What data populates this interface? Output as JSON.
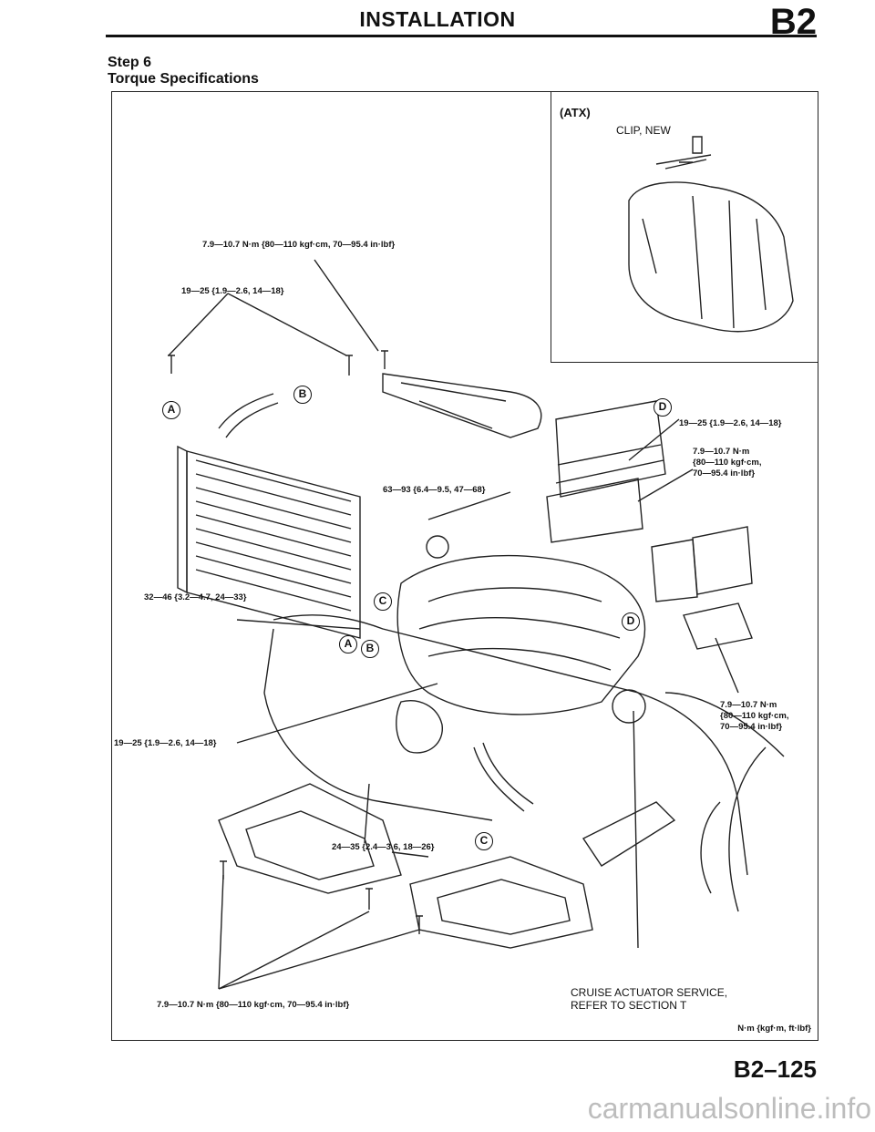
{
  "header": {
    "title": "INSTALLATION",
    "section_code": "B2"
  },
  "step": {
    "label": "Step 6",
    "title": "Torque Specifications"
  },
  "inset": {
    "label": "(ATX)",
    "clip_label": "CLIP, NEW"
  },
  "torque_specs": {
    "t1": "7.9—10.7 N·m {80—110 kgf·cm, 70—95.4 in·lbf}",
    "t2": "19—25 {1.9—2.6, 14—18}",
    "t3": "19—25 {1.9—2.6, 14—18}",
    "t4": "7.9—10.7 N·m\n{80—110 kgf·cm,\n70—95.4 in·lbf}",
    "t5": "63—93 {6.4—9.5, 47—68}",
    "t6": "32—46 {3.2—4.7, 24—33}",
    "t7": "7.9—10.7 N·m\n{80—110 kgf·cm,\n70—95.4 in·lbf}",
    "t8": "19—25 {1.9—2.6, 14—18}",
    "t9": "24—35 {2.4—3.6, 18—26}",
    "t10": "7.9—10.7 N·m {80—110 kgf·cm, 70—95.4 in·lbf}"
  },
  "callouts": {
    "a": "A",
    "b": "B",
    "c": "C",
    "d": "D"
  },
  "cruise_note": "CRUISE ACTUATOR SERVICE,\nREFER TO SECTION T",
  "units_note": "N·m {kgf·m, ft·lbf}",
  "page_number": "B2–125",
  "watermark": "carmanualsonline.info"
}
